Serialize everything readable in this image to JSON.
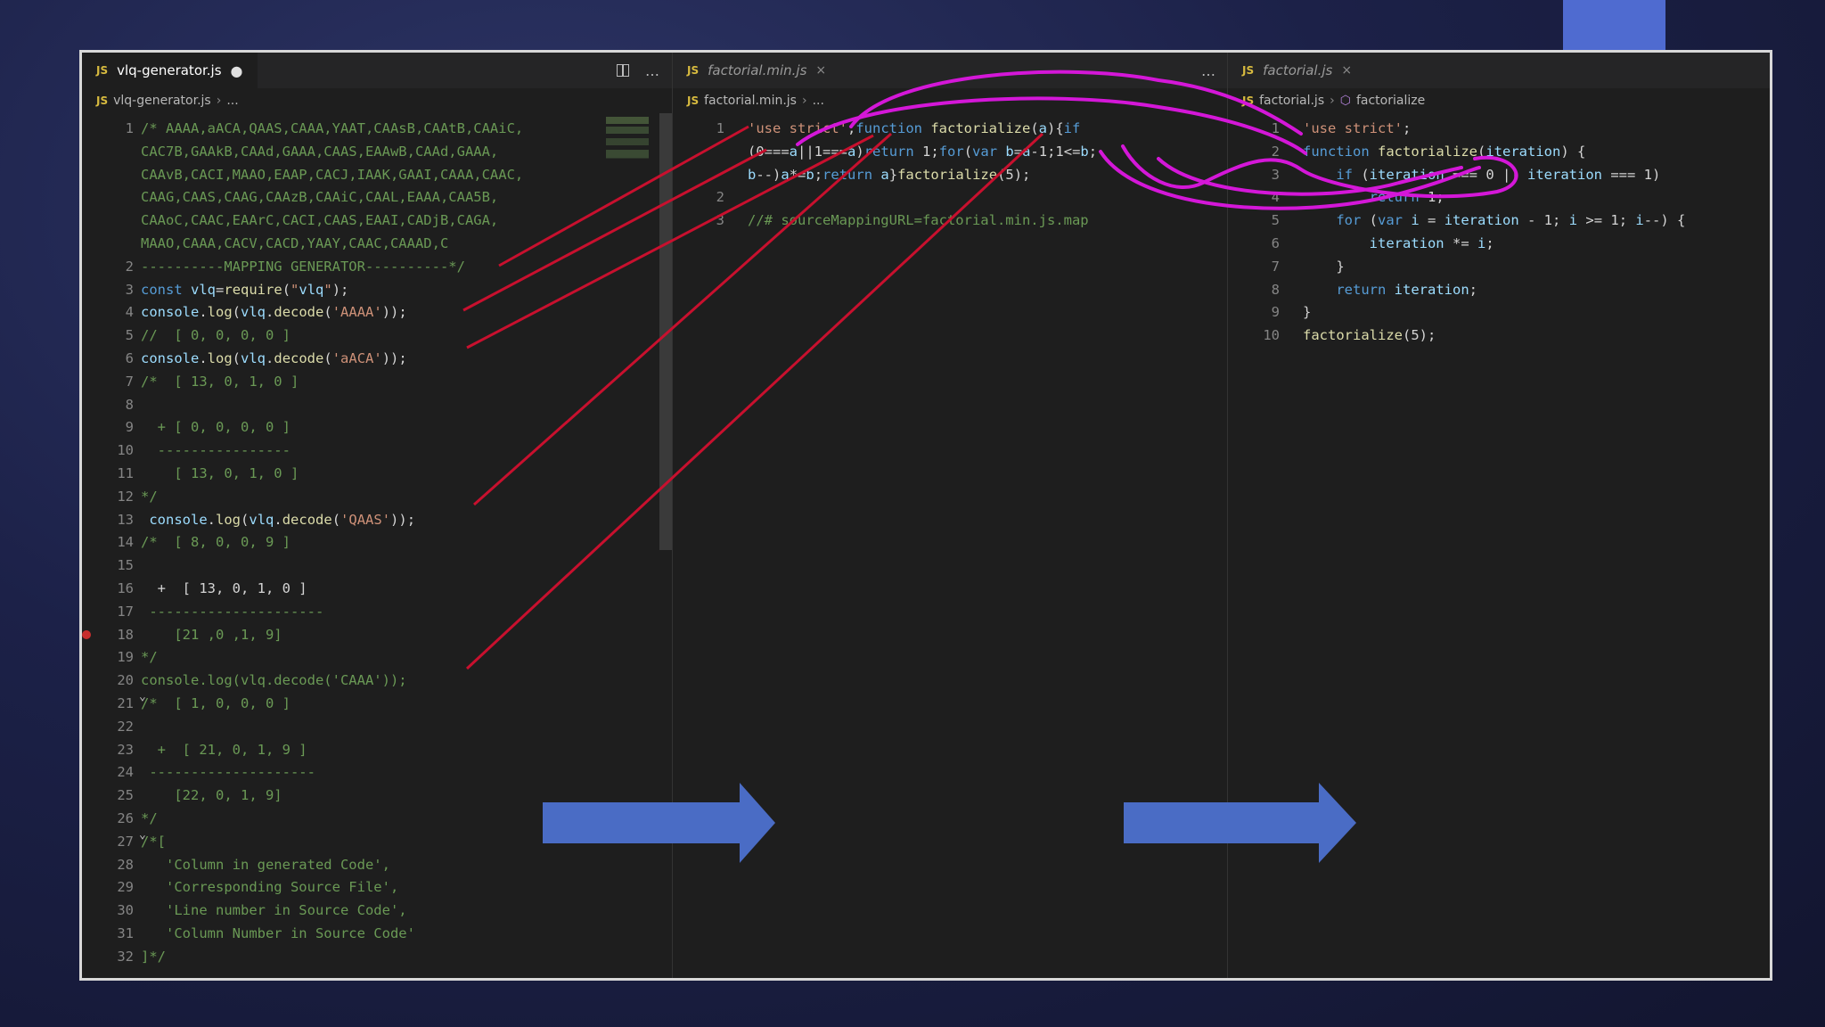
{
  "colors": {
    "background": "#1c2148",
    "editor_bg": "#1e1e1e",
    "arrow_red": "#c8102e",
    "arrow_purple": "#d417d8",
    "arrow_blue": "#4a6cc5"
  },
  "panes": [
    {
      "tab": {
        "label": "vlq-generator.js",
        "badge": "JS",
        "dirty_marker": "●"
      },
      "actions": [
        "split-icon",
        "…"
      ],
      "breadcrumb": [
        "vlq-generator.js",
        "..."
      ],
      "lines": [
        {
          "n": "1",
          "text": "/* AAAA,aACA,QAAS,CAAA,YAAT,CAAsB,CAAtB,CAAiC,"
        },
        {
          "n": "",
          "text": "CAC7B,GAAkB,CAAd,GAAA,CAAS,EAAwB,CAAd,GAAA,"
        },
        {
          "n": "",
          "text": "CAAvB,CACI,MAAO,EAAP,CACJ,IAAK,GAAI,CAAA,CAAC,"
        },
        {
          "n": "",
          "text": "CAAG,CAAS,CAAG,CAAzB,CAAiC,CAAL,EAAA,CAA5B,"
        },
        {
          "n": "",
          "text": "CAAoC,CAAC,EAArC,CACI,CAAS,EAAI,CADjB,CAGA,"
        },
        {
          "n": "",
          "text": "MAAO,CAAA,CACV,CACD,YAAY,CAAC,CAAAD,C"
        },
        {
          "n": "2",
          "text": "----------MAPPING GENERATOR----------*/"
        },
        {
          "n": "3",
          "text": "const vlq=require(\"vlq\");"
        },
        {
          "n": "4",
          "text": "console.log(vlq.decode('AAAA'));"
        },
        {
          "n": "5",
          "text": "//  [ 0, 0, 0, 0 ]"
        },
        {
          "n": "6",
          "text": "console.log(vlq.decode('aACA'));"
        },
        {
          "n": "7",
          "text": "/*  [ 13, 0, 1, 0 ]"
        },
        {
          "n": "8",
          "text": ""
        },
        {
          "n": "9",
          "text": "  + [ 0, 0, 0, 0 ]"
        },
        {
          "n": "10",
          "text": "  ----------------"
        },
        {
          "n": "11",
          "text": "    [ 13, 0, 1, 0 ]"
        },
        {
          "n": "12",
          "text": "*/"
        },
        {
          "n": "13",
          "text": " console.log(vlq.decode('QAAS'));"
        },
        {
          "n": "14",
          "text": "/*  [ 8, 0, 0, 9 ]"
        },
        {
          "n": "15",
          "text": ""
        },
        {
          "n": "16",
          "text": "  +  [ 13, 0, 1, 0 ]"
        },
        {
          "n": "17",
          "text": " ---------------------"
        },
        {
          "n": "18",
          "text": "    [21 ,0 ,1, 9]"
        },
        {
          "n": "19",
          "text": "*/"
        },
        {
          "n": "20",
          "text": "console.log(vlq.decode('CAAA'));"
        },
        {
          "n": "21",
          "text": "/*  [ 1, 0, 0, 0 ]"
        },
        {
          "n": "22",
          "text": ""
        },
        {
          "n": "23",
          "text": "  +  [ 21, 0, 1, 9 ]"
        },
        {
          "n": "24",
          "text": " --------------------"
        },
        {
          "n": "25",
          "text": "    [22, 0, 1, 9]"
        },
        {
          "n": "26",
          "text": "*/"
        },
        {
          "n": "27",
          "text": "/*["
        },
        {
          "n": "28",
          "text": "   'Column in generated Code',"
        },
        {
          "n": "29",
          "text": "   'Corresponding Source File',"
        },
        {
          "n": "30",
          "text": "   'Line number in Source Code',"
        },
        {
          "n": "31",
          "text": "   'Column Number in Source Code'"
        },
        {
          "n": "32",
          "text": "]*/"
        }
      ]
    },
    {
      "tab": {
        "label": "factorial.min.js",
        "badge": "JS",
        "close": "×"
      },
      "actions": [
        "…"
      ],
      "breadcrumb": [
        "factorial.min.js",
        "..."
      ],
      "lines": [
        {
          "n": "1",
          "text": "'use strict';function factorialize(a){if"
        },
        {
          "n": "",
          "text": "(0===a||1===a)return 1;for(var b=a-1;1<=b;"
        },
        {
          "n": "",
          "text": "b--)a*=b;return a}factorialize(5);"
        },
        {
          "n": "2",
          "text": ""
        },
        {
          "n": "3",
          "text": "//# sourceMappingURL=factorial.min.js.map"
        }
      ]
    },
    {
      "tab": {
        "label": "factorial.js",
        "badge": "JS",
        "close": "×"
      },
      "breadcrumb": [
        "factorial.js",
        "factorialize"
      ],
      "lines": [
        {
          "n": "1",
          "text": "'use strict';"
        },
        {
          "n": "2",
          "text": "function factorialize(iteration) {"
        },
        {
          "n": "3",
          "text": "    if (iteration === 0 || iteration === 1)"
        },
        {
          "n": "4",
          "text": "        return 1;"
        },
        {
          "n": "5",
          "text": "    for (var i = iteration - 1; i >= 1; i--) {"
        },
        {
          "n": "6",
          "text": "        iteration *= i;"
        },
        {
          "n": "7",
          "text": "    }"
        },
        {
          "n": "8",
          "text": "    return iteration;"
        },
        {
          "n": "9",
          "text": "}"
        },
        {
          "n": "10",
          "text": "factorialize(5);"
        }
      ]
    }
  ]
}
